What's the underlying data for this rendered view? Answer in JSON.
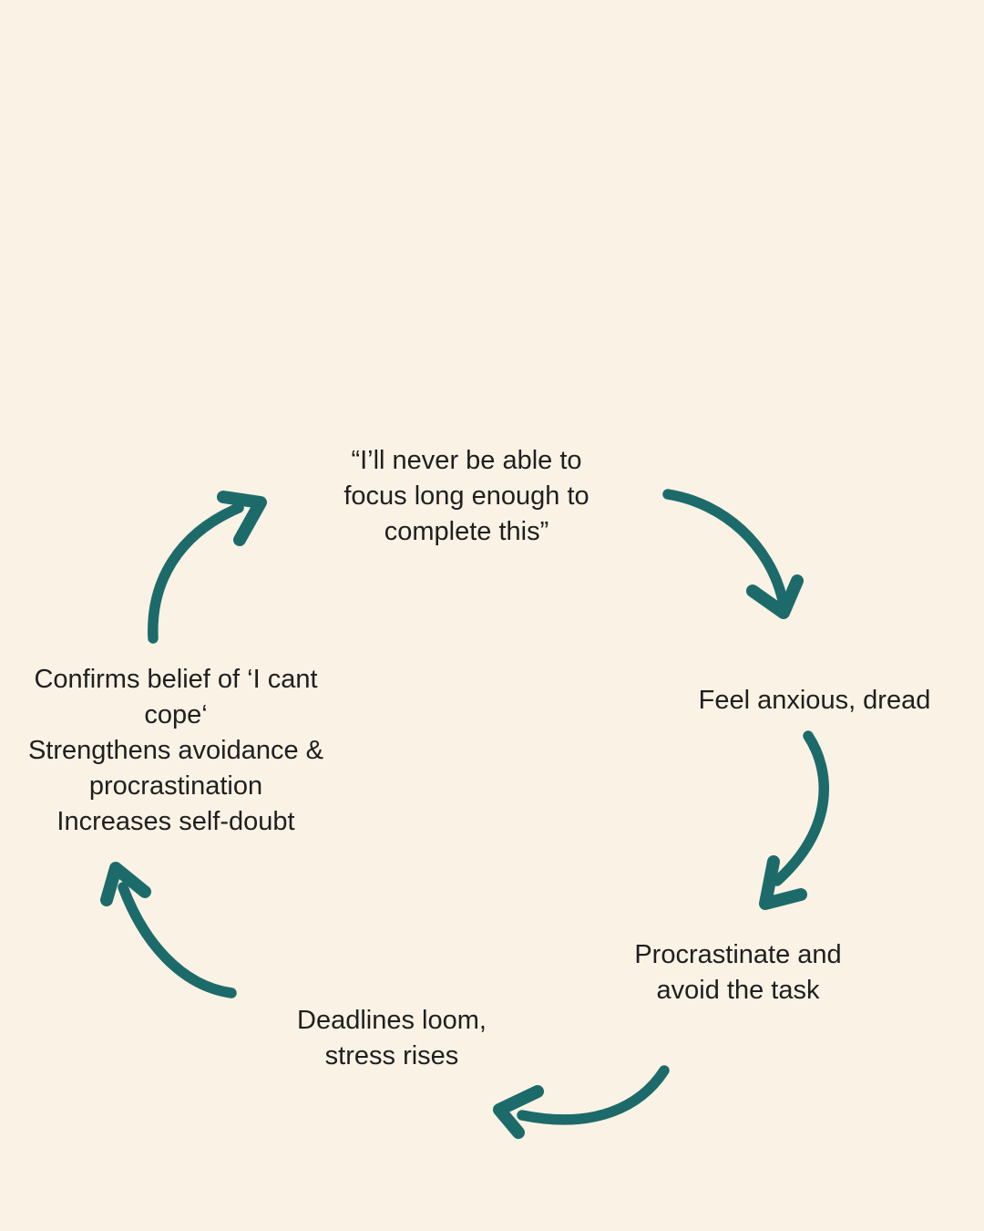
{
  "theme": {
    "background_color": "#FAF2E5",
    "text_color": "#1F1F1F",
    "arrow_color": "#1C6B6A"
  },
  "diagram": {
    "type": "cycle",
    "nodes": [
      {
        "id": "thought",
        "text": "“I’ll never be able to\nfocus long enough to\ncomplete this”"
      },
      {
        "id": "anxious",
        "text": "Feel anxious, dread"
      },
      {
        "id": "procrastinate",
        "text": "Procrastinate and\navoid the task"
      },
      {
        "id": "deadlines",
        "text": "Deadlines loom,\nstress rises"
      },
      {
        "id": "confirms",
        "text": "Confirms belief of ‘I cant\ncope‘\nStrengthens avoidance &\nprocrastination\nIncreases self-doubt"
      }
    ],
    "arrows": [
      {
        "name": "arrow-thought-to-anxious",
        "from": "thought",
        "to": "anxious"
      },
      {
        "name": "arrow-anxious-to-procrastinate",
        "from": "anxious",
        "to": "procrastinate"
      },
      {
        "name": "arrow-procrastinate-to-deadlines",
        "from": "procrastinate",
        "to": "deadlines"
      },
      {
        "name": "arrow-deadlines-to-confirms",
        "from": "deadlines",
        "to": "confirms"
      },
      {
        "name": "arrow-confirms-to-thought",
        "from": "confirms",
        "to": "thought"
      }
    ]
  }
}
